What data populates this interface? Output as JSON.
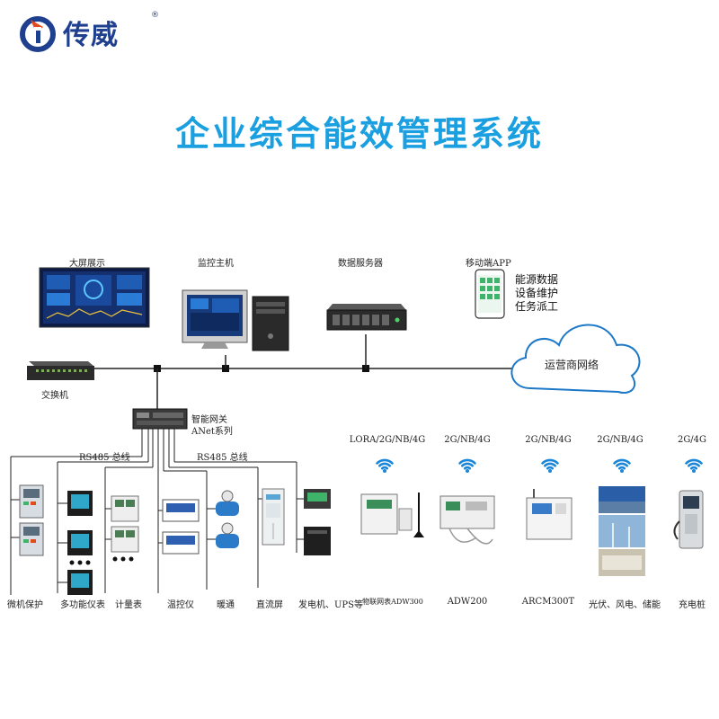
{
  "brand": {
    "name": "传威",
    "mark": "®",
    "color": "#1f3f8f",
    "accent": "#e24b1c"
  },
  "title": {
    "text": "企业综合能效管理系统",
    "color": "#1a9fe0"
  },
  "top_devices": {
    "display": "大屏展示",
    "host": "监控主机",
    "server": "数据服务器",
    "mobile": "移动端APP"
  },
  "app_features": [
    "能源数据",
    "设备维护",
    "任务派工"
  ],
  "cloud": "运营商网络",
  "switch": "交换机",
  "gateway": {
    "line1": "智能网关",
    "line2": "ANet系列"
  },
  "bus": {
    "left": "RS485 总线",
    "right": "RS485 总线"
  },
  "bottom_labels": {
    "protection": "微机保护",
    "multimeter": "多功能仪表",
    "meter": "计量表",
    "temp": "温控仪",
    "hvac": "暖通",
    "dc_panel": "直流屏",
    "generator": "发电机、UPS等"
  },
  "wireless": [
    {
      "protocol": "LORA/2G/NB/4G",
      "label": "物联网表ADW300"
    },
    {
      "protocol": "2G/NB/4G",
      "label": "ADW200"
    },
    {
      "protocol": "2G/NB/4G",
      "label": "ARCM300T"
    },
    {
      "protocol": "2G/NB/4G",
      "label": "光伏、风电、储能"
    },
    {
      "protocol": "2G/4G",
      "label": "充电桩"
    }
  ],
  "icons": {
    "wifi": "wifi-icon",
    "cloud": "cloud-icon",
    "logo": "brand-logo-icon"
  },
  "colors": {
    "wifi": "#1a86d8",
    "line": "#222222",
    "node": "#111111"
  }
}
